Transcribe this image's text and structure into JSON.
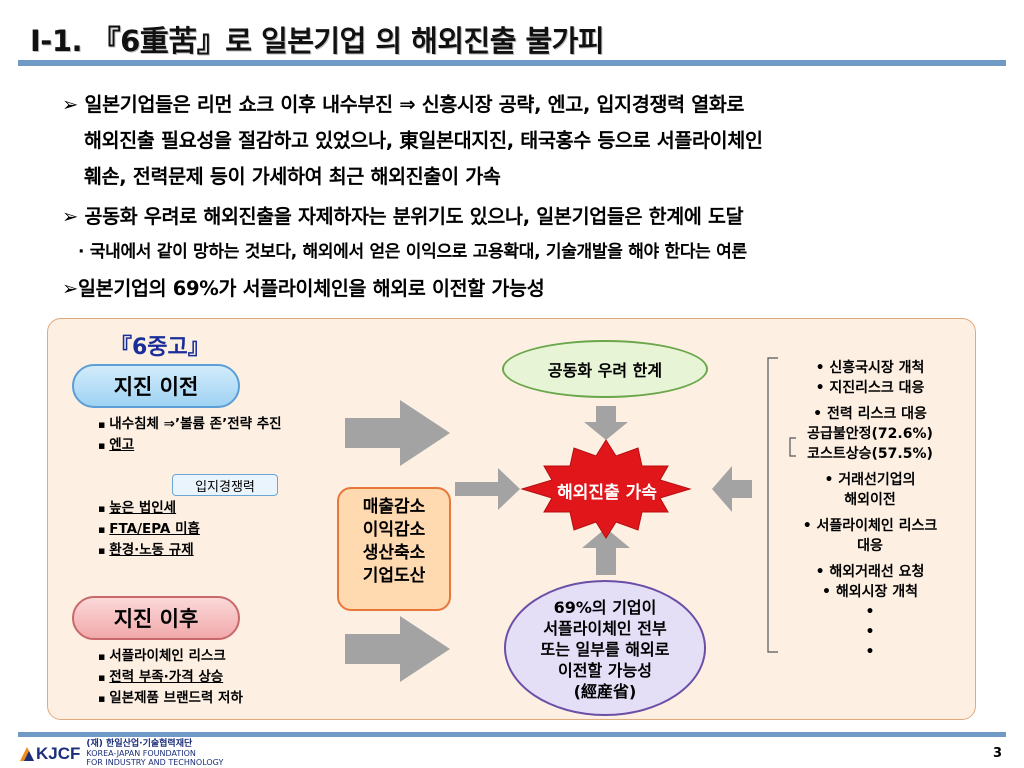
{
  "title": "I-1. 『6重苦』로 일본기업 의 해외진출 불가피",
  "bullets": [
    "➢ 일본기업들은 리먼 쇼크 이후 내수부진 ⇒ 신흥시장 공략, 엔고, 입지경쟁력 열화로",
    "해외진출 필요성을 절감하고 있었으나, 東일본대지진, 태국홍수 등으로 서플라이체인",
    "훼손, 전력문제 등이 가세하여 최근 해외진출이 가속",
    "➢ 공동화 우려로 해외진출을 자제하자는 분위기도 있으나, 일본기업들은 한계에 도달",
    "· 국내에서 같이 망하는 것보다,  해외에서 얻은 이익으로 고용확대, 기술개발을 해야 한다는 여론",
    "➢일본기업의 69%가 서플라이체인을 해외로 이전할 가능성"
  ],
  "diagram": {
    "box_title": "『6중고』",
    "before_label": "지진 이전",
    "after_label": "지진 이후",
    "before_items": [
      {
        "text": "내수침체 ⇒’볼륨 존’전략 추진",
        "underline": false
      },
      {
        "text": "엔고",
        "underline": true
      }
    ],
    "badge": "입지경쟁력",
    "location_items": [
      {
        "text": "높은 법인세",
        "underline": true
      },
      {
        "text": "FTA/EPA 미흡",
        "underline": true
      },
      {
        "text": "환경·노동 규제",
        "underline": true
      }
    ],
    "after_items": [
      {
        "text": "서플라이체인 리스크",
        "underline": false
      },
      {
        "text": "전력 부족·가격 상승",
        "underline": true
      },
      {
        "text": "일본제품 브랜드력 저하",
        "underline": false
      }
    ],
    "orange_box": [
      "매출감소",
      "이익감소",
      "생산축소",
      "기업도산"
    ],
    "green_oval": "공동화 우려 한계",
    "center": "해외진출 가속",
    "purple_oval": [
      "69%의 기업이",
      "서플라이체인 전부",
      "또는 일부를 해외로",
      "이전할 가능성",
      "(經産省)"
    ],
    "right_items": [
      "• 신흥국시장 개척",
      "• 지진리스크 대응",
      "• 전력 리스크 대응",
      "공급불안정(72.6%)",
      "코스트상승(57.5%)",
      "• 거래선기업의",
      "해외이전",
      "• 서플라이체인 리스크",
      "대응",
      "• 해외거래선 요청",
      "• 해외시장 개척",
      "•",
      "•",
      "•"
    ]
  },
  "footer": {
    "logo": "KJCF",
    "org_name": "(재) 한일산업·기술협력재단",
    "org_sub1": "KOREA-JAPAN FOUNDATION",
    "org_sub2": "FOR INDUSTRY AND TECHNOLOGY",
    "page": "3"
  },
  "colors": {
    "title_rule": "#6f9ac6",
    "arrow_gray": "#a3a3a3",
    "star_red": "#e0161a",
    "box_title": "#1a2e9a"
  }
}
